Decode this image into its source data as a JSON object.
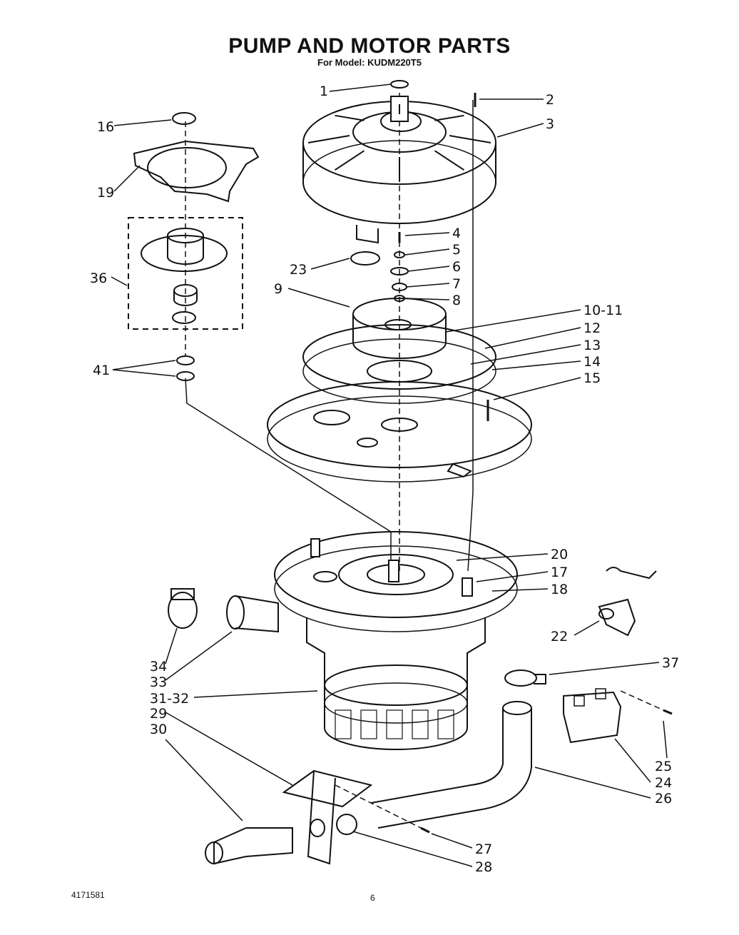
{
  "title": "PUMP AND MOTOR PARTS",
  "subtitle": "For Model: KUDM220T5",
  "part_numbers": [
    "1",
    "2",
    "3",
    "4",
    "5",
    "6",
    "7",
    "8",
    "9",
    "10-11",
    "12",
    "13",
    "14",
    "15",
    "16",
    "19",
    "23",
    "36",
    "41",
    "20",
    "17",
    "18",
    "22",
    "34",
    "33",
    "31-32",
    "29",
    "30",
    "37",
    "25",
    "24",
    "26",
    "27",
    "28"
  ],
  "footer": {
    "doc_number": "4171581",
    "page_number": "6"
  }
}
